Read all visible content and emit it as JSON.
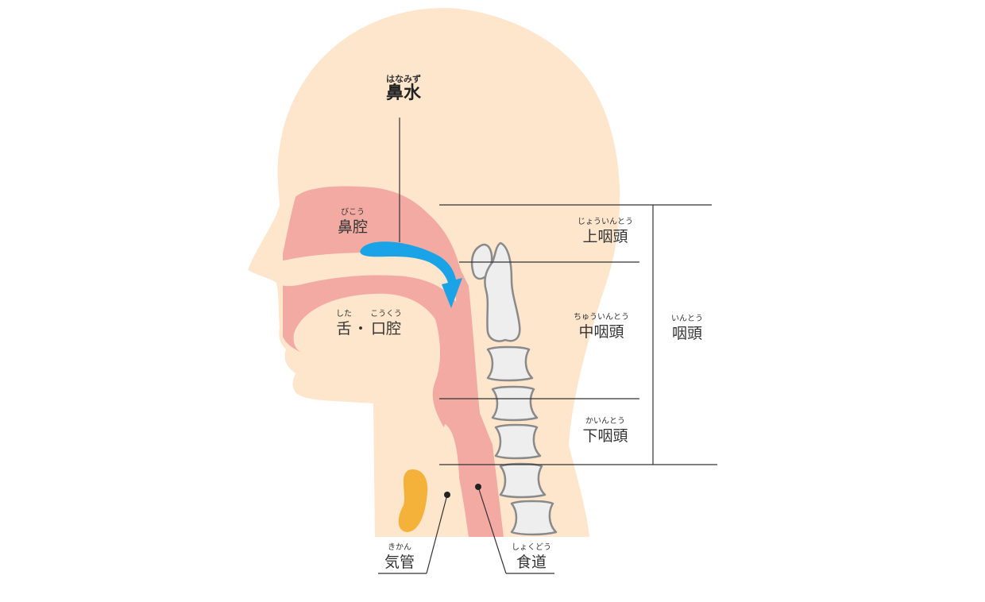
{
  "colors": {
    "skin": "#fde6cc",
    "tissue": "#f2aaa2",
    "bone": "#eeeeee",
    "bone_outline": "#8a8a8a",
    "arrow": "#1aa3e6",
    "thyroid": "#f5b23a",
    "line": "#333333"
  },
  "labels": {
    "runny_nose": {
      "ruby": "はなみず",
      "text": "鼻水"
    },
    "nasal_cavity": {
      "ruby": "びこう",
      "text": "鼻腔"
    },
    "tongue": {
      "ruby": "した",
      "text": "舌"
    },
    "separator": "・",
    "oral_cavity": {
      "ruby": "こうくう",
      "text": "口腔"
    },
    "upper_pharynx": {
      "ruby": "じょういんとう",
      "text": "上咽頭"
    },
    "middle_pharynx": {
      "ruby": "ちゅういんとう",
      "text": "中咽頭"
    },
    "lower_pharynx": {
      "ruby": "かいんとう",
      "text": "下咽頭"
    },
    "pharynx": {
      "ruby": "いんとう",
      "text": "咽頭"
    },
    "trachea": {
      "ruby": "きかん",
      "text": "気管"
    },
    "esophagus": {
      "ruby": "しょくどう",
      "text": "食道"
    }
  },
  "icons": {
    "flow_arrow": "curved-arrow-icon",
    "vertebra": "vertebra-icon"
  }
}
